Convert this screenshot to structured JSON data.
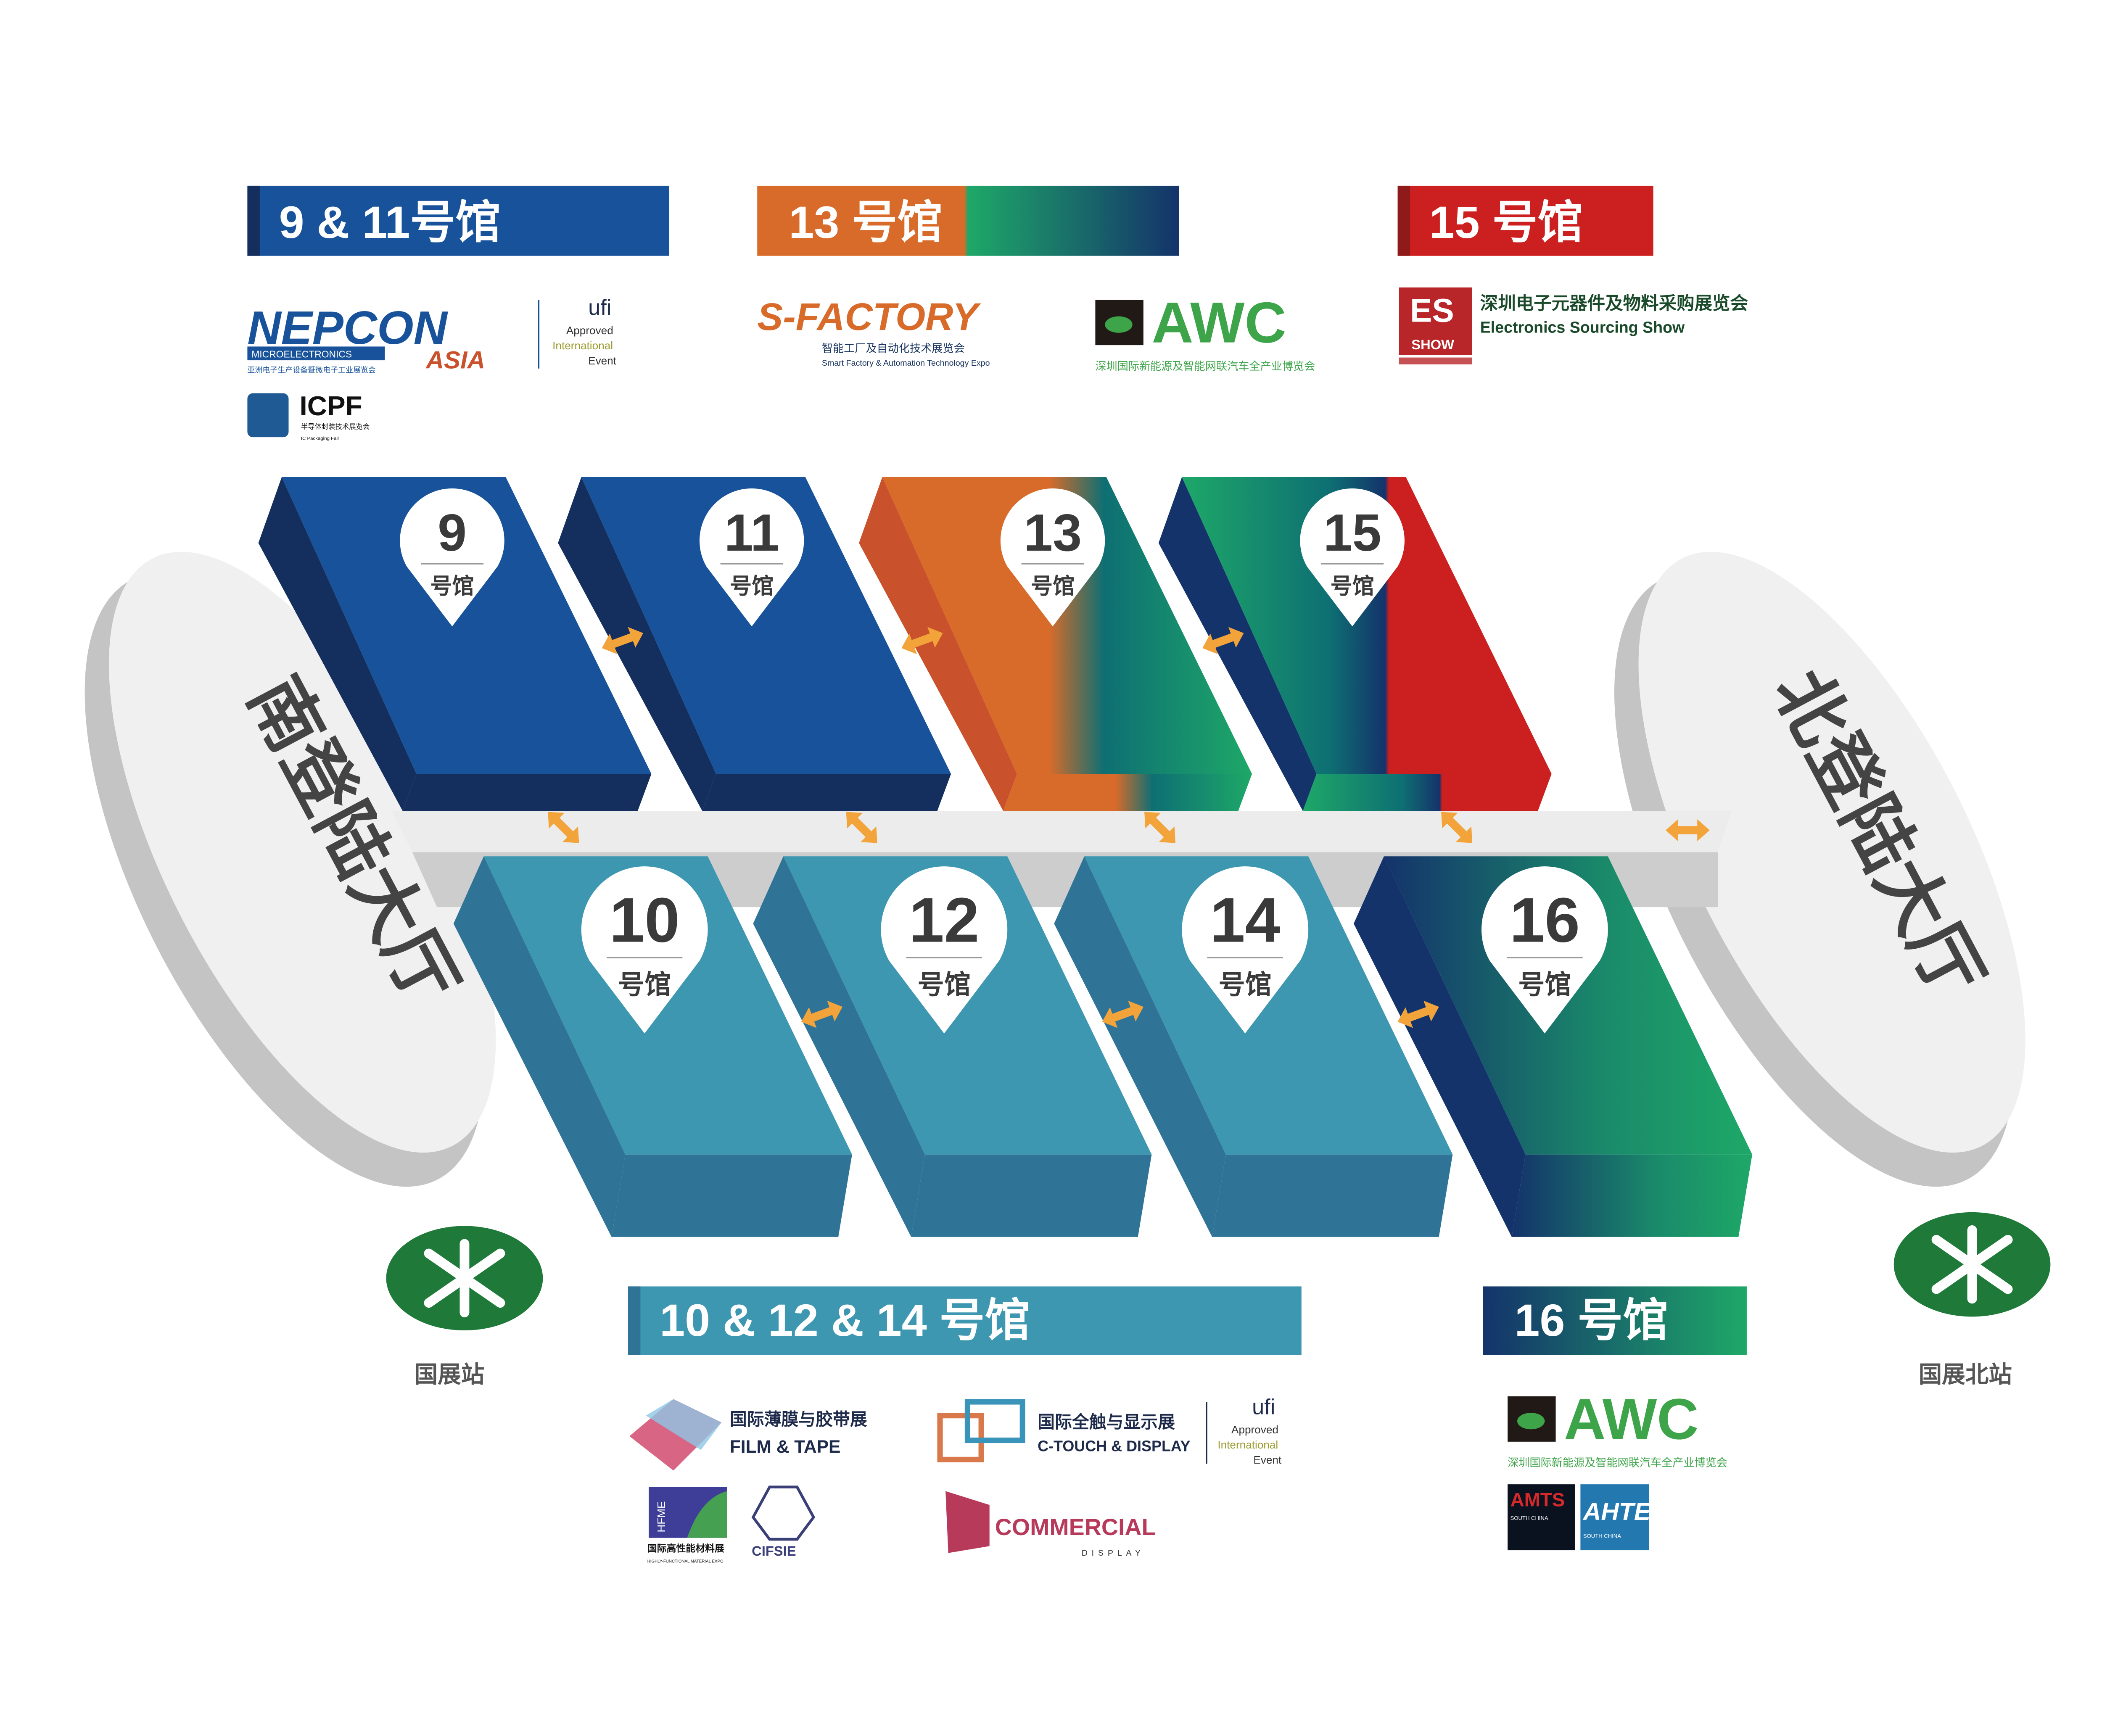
{
  "headers": {
    "h9_11": "9 & 11号馆",
    "h13": "13 号馆",
    "h15": "15 号馆",
    "h10_12_14": "10 & 12 & 14 号馆",
    "h16": "16 号馆"
  },
  "halls": {
    "suffix": "号馆",
    "top": [
      "9",
      "11",
      "13",
      "15"
    ],
    "bottom": [
      "10",
      "12",
      "14",
      "16"
    ]
  },
  "lobbies": {
    "south": "南登陆大厅",
    "north": "北登陆大厅"
  },
  "metro": {
    "left": "国展站",
    "right": "国展北站"
  },
  "logos": {
    "nepcon": {
      "name": "NEPCON",
      "sub": "MICROELECTRONICS",
      "asia": "ASIA",
      "cn": "亚洲电子生产设备暨微电子工业展览会"
    },
    "ufi": {
      "name": "ufi",
      "l1": "Approved",
      "l2": "International",
      "l3": "Event"
    },
    "icpf": {
      "name": "ICPF",
      "cn": "半导体封装技术展览会",
      "en": "IC Packaging Fair"
    },
    "sfactory": {
      "name": "S-FACTORY",
      "cn": "智能工厂及自动化技术展览会",
      "en": "Smart Factory & Automation Technology Expo"
    },
    "awc": {
      "name": "AWC",
      "cn": "深圳国际新能源及智能网联汽车全产业博览会"
    },
    "es": {
      "name": "ES",
      "show": "SHOW",
      "cn": "深圳电子元器件及物料采购展览会",
      "en": "Electronics Sourcing Show"
    },
    "film": {
      "cn": "国际薄膜与胶带展",
      "en": "FILM & TAPE"
    },
    "ctouch": {
      "cn": "国际全触与显示展",
      "en": "C-TOUCH & DISPLAY"
    },
    "hfme": {
      "name": "HFME",
      "cn": "国际高性能材料展",
      "en": "HIGHLY-FUNCTIONAL MATERIAL EXPO"
    },
    "cifsie": {
      "name": "CIFSIE"
    },
    "commercial": {
      "name": "COMMERCIAL",
      "sub": "DISPLAY"
    },
    "amts": {
      "name": "AMTS",
      "sub": "SOUTH CHINA"
    },
    "ahte": {
      "name": "AHTE",
      "sub": "SOUTH CHINA"
    }
  },
  "colors": {
    "blue": "#17529a",
    "navy": "#142f5e",
    "orange": "#d96b2a",
    "red": "#cc1f1f",
    "teal": "#3d97b0",
    "green": "#1ea868",
    "arrow": "#f2a43a",
    "metro": "#1f7a3a"
  }
}
